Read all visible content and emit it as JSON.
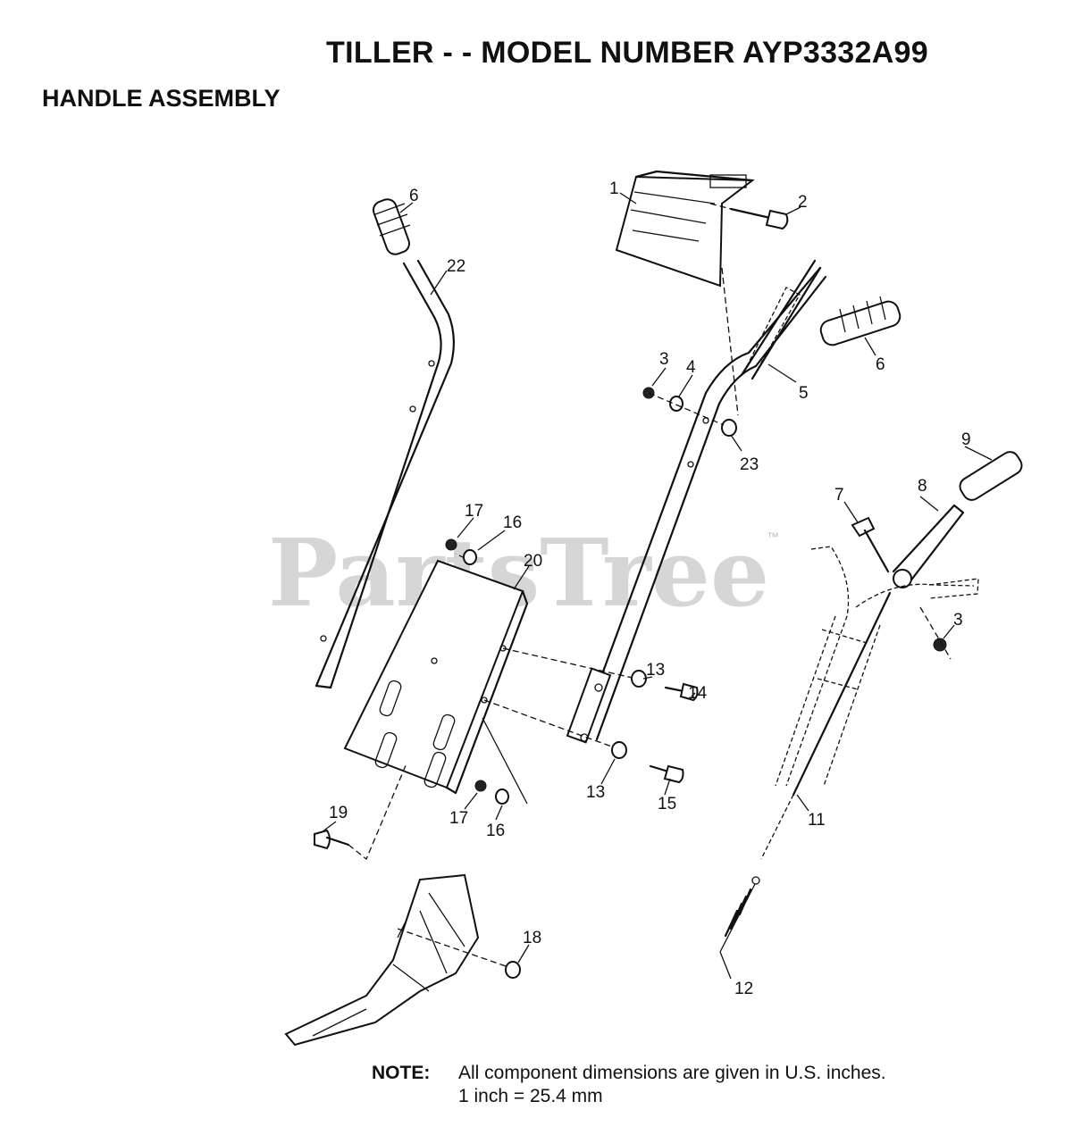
{
  "title": "TILLER - - MODEL NUMBER AYP3332A99",
  "subtitle": "HANDLE ASSEMBLY",
  "watermark": "PartsTree",
  "watermark_tm": "™",
  "note": {
    "label": "NOTE:",
    "line1": "All component dimensions are given in U.S. inches.",
    "line2": "1 inch = 25.4 mm"
  },
  "callouts": {
    "c1": "1",
    "c2": "2",
    "c3a": "3",
    "c3b": "3",
    "c4": "4",
    "c5": "5",
    "c6a": "6",
    "c6b": "6",
    "c7": "7",
    "c8": "8",
    "c9": "9",
    "c11": "11",
    "c12": "12",
    "c13a": "13",
    "c13b": "13",
    "c14": "14",
    "c15": "15",
    "c16a": "16",
    "c16b": "16",
    "c17a": "17",
    "c17b": "17",
    "c18": "18",
    "c19": "19",
    "c20": "20",
    "c22": "22",
    "c23": "23"
  }
}
